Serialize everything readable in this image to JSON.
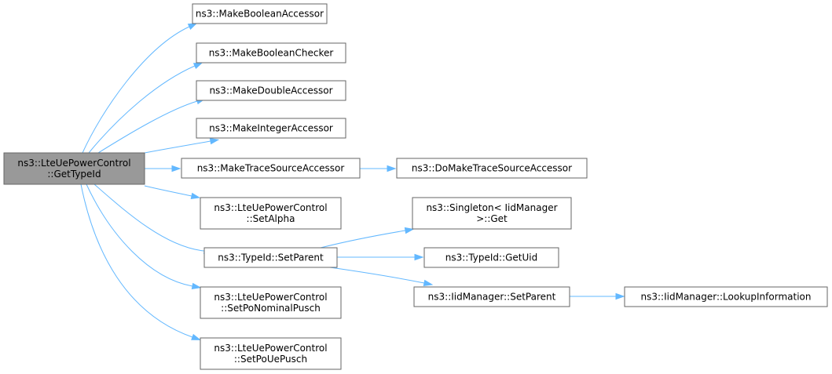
{
  "colors": {
    "root_fill": "#999999",
    "node_fill": "#ffffff",
    "node_border": "#666666",
    "edge": "#63b8ff"
  },
  "nodes": [
    {
      "id": "root",
      "lines": [
        "ns3::LteUePowerControl",
        "::GetTypeId"
      ],
      "root": true
    },
    {
      "id": "make-boolean-accessor",
      "lines": [
        "ns3::MakeBooleanAccessor"
      ]
    },
    {
      "id": "make-boolean-checker",
      "lines": [
        "ns3::MakeBooleanChecker"
      ]
    },
    {
      "id": "make-double-accessor",
      "lines": [
        "ns3::MakeDoubleAccessor"
      ]
    },
    {
      "id": "make-integer-accessor",
      "lines": [
        "ns3::MakeIntegerAccessor"
      ]
    },
    {
      "id": "make-trace-source-accessor",
      "lines": [
        "ns3::MakeTraceSourceAccessor"
      ]
    },
    {
      "id": "do-make-trace-source-accessor",
      "lines": [
        "ns3::DoMakeTraceSourceAccessor"
      ]
    },
    {
      "id": "set-alpha",
      "lines": [
        "ns3::LteUePowerControl",
        "::SetAlpha"
      ]
    },
    {
      "id": "typeid-set-parent",
      "lines": [
        "ns3::TypeId::SetParent"
      ]
    },
    {
      "id": "singleton-get",
      "lines": [
        "ns3::Singleton< IidManager",
        ">::Get"
      ]
    },
    {
      "id": "typeid-get-uid",
      "lines": [
        "ns3::TypeId::GetUid"
      ]
    },
    {
      "id": "iidmanager-set-parent",
      "lines": [
        "ns3::IidManager::SetParent"
      ]
    },
    {
      "id": "iidmanager-lookup-information",
      "lines": [
        "ns3::IidManager::LookupInformation"
      ]
    },
    {
      "id": "set-po-nominal-pusch",
      "lines": [
        "ns3::LteUePowerControl",
        "::SetPoNominalPusch"
      ]
    },
    {
      "id": "set-po-ue-pusch",
      "lines": [
        "ns3::LteUePowerControl",
        "::SetPoUePusch"
      ]
    }
  ],
  "edges": [
    {
      "from": "root",
      "to": "make-boolean-accessor"
    },
    {
      "from": "root",
      "to": "make-boolean-checker"
    },
    {
      "from": "root",
      "to": "make-double-accessor"
    },
    {
      "from": "root",
      "to": "make-integer-accessor"
    },
    {
      "from": "root",
      "to": "make-trace-source-accessor"
    },
    {
      "from": "root",
      "to": "set-alpha"
    },
    {
      "from": "root",
      "to": "typeid-set-parent"
    },
    {
      "from": "root",
      "to": "set-po-nominal-pusch"
    },
    {
      "from": "root",
      "to": "set-po-ue-pusch"
    },
    {
      "from": "make-trace-source-accessor",
      "to": "do-make-trace-source-accessor"
    },
    {
      "from": "typeid-set-parent",
      "to": "singleton-get"
    },
    {
      "from": "typeid-set-parent",
      "to": "typeid-get-uid"
    },
    {
      "from": "typeid-set-parent",
      "to": "iidmanager-set-parent"
    },
    {
      "from": "iidmanager-set-parent",
      "to": "iidmanager-lookup-information"
    }
  ]
}
